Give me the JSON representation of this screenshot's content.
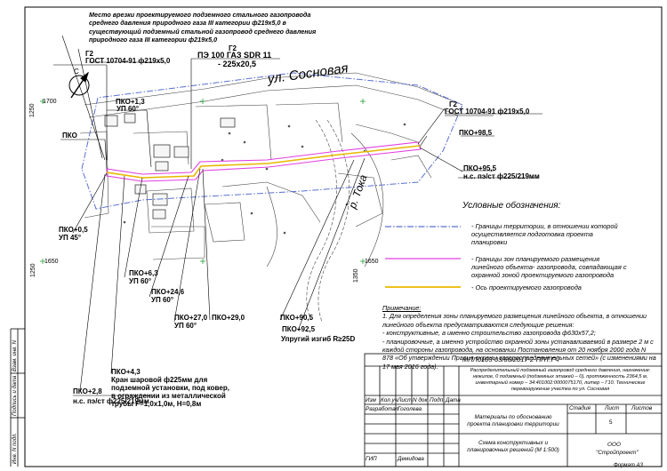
{
  "header_note": {
    "lines": [
      "Место врезки проектируемого подземного стального газопровода",
      "среднего давления природного газа III категории ф219х5,0 в",
      "существующий подземный стальной газопровод среднего давления",
      "природного газа III категории ф219х5,0"
    ]
  },
  "map_labels": {
    "g2_left": "Г2",
    "gost_left": "ГОСТ 10704-91 ф219х5,0",
    "g2_top": "Г2",
    "pe_pipe": "ПЭ 100 ГАЗ SDR 11",
    "pe_size": "- 225х20,5",
    "street": "ул. Сосновая",
    "g2_right": "Г2",
    "gost_right": "ГОСТ 10704-91 ф219х5,0",
    "river": "р. Тока",
    "pko_1_3": "ПКО+1,3",
    "up_60_a": "УП 60°",
    "pko": "ПКО",
    "pko_0_5": "ПКО+0,5",
    "up_45": "УП 45°",
    "pko_6_3": "ПКО+6,3",
    "up_60_b": "УП 60°",
    "pko_24_6": "ПКО+24,6",
    "up_60_c": "УП 60°",
    "pko_27_0": "ПКО+27,0",
    "up_60_d": "УП 60°",
    "pko_29_0": "ПКО+29,0",
    "pko_98_5": "ПКО+98,5",
    "pko_95_5": "ПКО+95,5",
    "ns_right": "н.с. пэ/ст ф225/219мм",
    "pko_90_5": "ПКО+90,5",
    "pko_92_5": "ПКО+92,5",
    "bend": "Упругий изгиб R≥25D",
    "pko_4_3": "ПКО+4,3",
    "valve": [
      "Кран шаровой ф225мм для",
      "подземной установки, под ковер,",
      "в ограждении из металлической",
      "трубы F=1,0x1,0м, H=0,8м"
    ],
    "pko_2_8": "ПКО+2,8",
    "ns_left": "н.с. пэ/ст ф225/219мм",
    "grid_1250_1700": "1250",
    "grid_1700": "1700",
    "grid_1250_1650": "1250",
    "grid_1650": "1650",
    "grid_1350_1650": "1350",
    "grid_1650_b": "1650",
    "north_b": "С"
  },
  "legend": {
    "title": "Условные обозначения:",
    "items": [
      {
        "color": "#5b6fd0",
        "text": "- Границы территории, в отношении которой осуществляется подготовка проекта планировки"
      },
      {
        "color": "#e040e0",
        "text": "- Границы зон планируемого размещения линейного объекта- газопровода, совпадающая с охранной зоной проектируемого газопровода"
      },
      {
        "color": "#e8b800",
        "text": "- Ось проектируемого газопровода"
      }
    ]
  },
  "notes": {
    "title": "Примечание:",
    "lines": [
      "1. Для определения зоны планируемого размещения линейного объекта, в отношении",
      "линейного объекта предусматриваются следующие решения:",
      "- конструктивные, а именно строительство газопровода ф630х57,2;",
      "- планировочные, а именно устройство охранной зоны устанавливаемой в размере 2 м с",
      "каждой стороны газопровода, на основании Постановления от 20 ноября 2000 года N",
      "878 «Об утверждении Правил охраны газораспределительных сетей» (с изменениями на",
      "17 мая 2016 года)."
    ]
  },
  "title_block": {
    "code": "МПЛ0103-03/66/2017-2-ППТ.ГЧ",
    "description": [
      "Распределительный подземный газопровод среднего давления, назначение:",
      "нежилое, 0 подземный (подземных этажей – 0), протяженность 2364,5 м,",
      "инвентарный номер – 34:401002:0000075170, литер – Г10. Технические",
      "перевооружение участка по ул. Сосновая"
    ],
    "col_headers": [
      "Изм",
      "Кол.уч",
      "Лист",
      "N док",
      "Подп.",
      "Дата"
    ],
    "rows": [
      {
        "role": "Разработал",
        "name": "Гоголева"
      },
      {
        "role": "",
        "name": ""
      },
      {
        "role": "",
        "name": ""
      },
      {
        "role": "ГИП",
        "name": "Демидова"
      }
    ],
    "materials": "Материалы по обоснованию проекта планировки территории",
    "stage_header": "Стадия",
    "sheet_header": "Лист",
    "sheets_header": "Листов",
    "sheet_no": "5",
    "scheme": "Схема конструктивных и планировочных решений (М 1:500)",
    "company_1": "ООО",
    "company_2": "\"Стройпроект\"",
    "format": "Формат А3"
  },
  "side_stamps": [
    "Взам. инв. N",
    "Подпись и дата",
    "Инв. N подл."
  ]
}
